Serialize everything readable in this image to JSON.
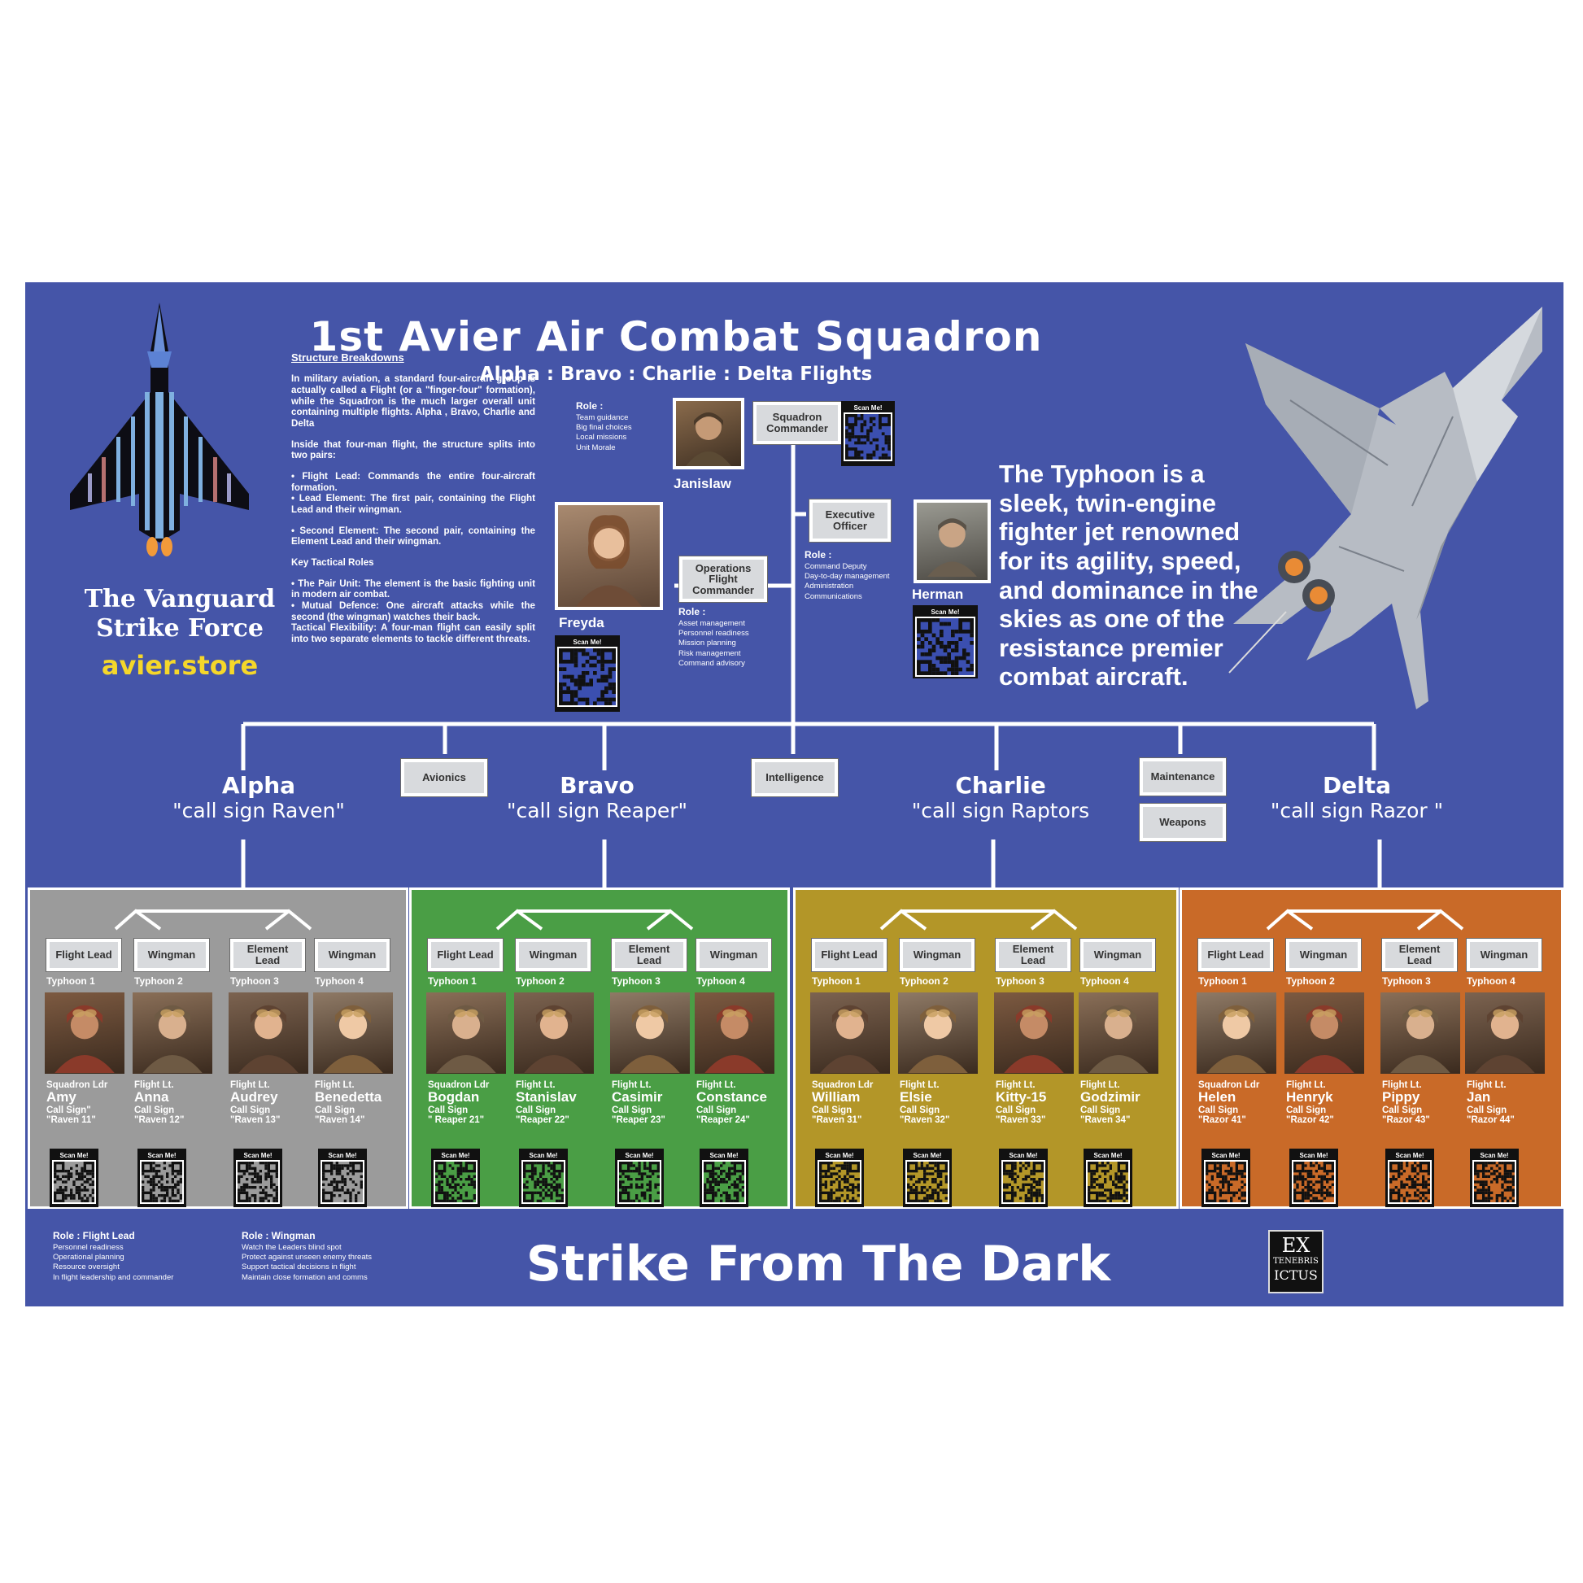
{
  "header": {
    "title": "1st Avier Air Combat Squadron",
    "subtitle": "Alpha : Bravo : Charlie : Delta Flights"
  },
  "brand": {
    "line1": "The Vanguard",
    "line2": "Strike Force",
    "url": "avier.store"
  },
  "structure": {
    "heading": "Structure Breakdowns",
    "para1": "In military aviation, a standard four-aircraft group is actually called a Flight (or a \"finger-four\" formation), while the Squadron is the much larger overall unit containing multiple flights. Alpha , Bravo, Charlie and Delta",
    "para2": "Inside that four-man flight, the structure splits into two pairs:",
    "bullet1": "•   Flight Lead: Commands the entire four-aircraft formation.",
    "bullet2": "•   Lead Element: The first pair, containing the Flight Lead and their wingman.",
    "bullet3": "•   Second Element: The second pair, containing the Element Lead and their wingman.",
    "key_heading": "Key Tactical Roles",
    "bullet4": "•   The Pair Unit: The element is the basic fighting unit in modern air combat.",
    "bullet5": "•   Mutual Defence: One aircraft attacks while the second (the wingman) watches their back.",
    "para3": "Tactical Flexibility: A four-man flight can easily split into two separate elements to tackle different threats."
  },
  "typhoon_blurb": "The Typhoon is a sleek, twin-engine fighter jet renowned for its agility, speed, and dominance in the skies as one of the resistance premier combat aircraft.",
  "qr_label": "Scan Me!",
  "command": {
    "commander": {
      "box": "Squadron Commander",
      "name": "Janislaw",
      "role_heading": "Role :",
      "roles": [
        "Team guidance",
        "Big final choices",
        "Local missions",
        "Unit Morale"
      ]
    },
    "ops": {
      "box": "Operations Flight Commander",
      "name": "Freyda",
      "role_heading": "Role :",
      "roles": [
        "Asset management",
        "Personnel readiness",
        "Mission planning",
        "Risk management",
        "Command advisory"
      ]
    },
    "exec": {
      "box": "Executive Officer",
      "name": "Herman",
      "role_heading": "Role :",
      "roles": [
        "Command Deputy",
        "Day-to-day management",
        "Administration",
        "Communications"
      ]
    }
  },
  "departments": {
    "avionics": "Avionics",
    "intelligence": "Intelligence",
    "maintenance": "Maintenance",
    "weapons": "Weapons"
  },
  "flights": [
    {
      "name": "Alpha",
      "callsign": "\"call sign Raven\"",
      "color": "#9b9b9b",
      "pilots": [
        {
          "slot": "Flight Lead",
          "aircraft": "Typhoon 1",
          "rank": "Squadron Ldr",
          "name": "Amy",
          "cs_label": "Call Sign\"",
          "cs": "\"Raven 11\""
        },
        {
          "slot": "Wingman",
          "aircraft": "Typhoon 2",
          "rank": "Flight Lt.",
          "name": "Anna",
          "cs_label": "Call Sign",
          "cs": "\"Raven 12\""
        },
        {
          "slot": "Element Lead",
          "aircraft": "Typhoon 3",
          "rank": "Flight Lt.",
          "name": "Audrey",
          "cs_label": "Call Sign",
          "cs": "\"Raven 13\""
        },
        {
          "slot": "Wingman",
          "aircraft": "Typhoon 4",
          "rank": "Flight Lt.",
          "name": "Benedetta",
          "cs_label": "Call Sign",
          "cs": "\"Raven 14\""
        }
      ]
    },
    {
      "name": "Bravo",
      "callsign": "\"call sign Reaper\"",
      "color": "#4a9e45",
      "pilots": [
        {
          "slot": "Flight Lead",
          "aircraft": "Typhoon 1",
          "rank": "Squadron Ldr",
          "name": "Bogdan",
          "cs_label": "Call Sign",
          "cs": "\" Reaper 21\""
        },
        {
          "slot": "Wingman",
          "aircraft": "Typhoon 2",
          "rank": "Flight Lt.",
          "name": "Stanislav",
          "cs_label": "Call Sign",
          "cs": "\"Reaper 22\""
        },
        {
          "slot": "Element Lead",
          "aircraft": "Typhoon 3",
          "rank": "Flight Lt.",
          "name": "Casimir",
          "cs_label": "Call Sign",
          "cs": "\"Reaper 23\""
        },
        {
          "slot": "Wingman",
          "aircraft": "Typhoon 4",
          "rank": "Flight Lt.",
          "name": "Constance",
          "cs_label": "Call Sign",
          "cs": "\"Reaper 24\""
        }
      ]
    },
    {
      "name": "Charlie",
      "callsign": "\"call sign Raptors",
      "color": "#b39628",
      "pilots": [
        {
          "slot": "Flight Lead",
          "aircraft": "Typhoon 1",
          "rank": "Squadron Ldr",
          "name": "William",
          "cs_label": "Call Sign",
          "cs": "\"Raven 31\""
        },
        {
          "slot": "Wingman",
          "aircraft": "Typhoon 2",
          "rank": "Flight Lt.",
          "name": "Elsie",
          "cs_label": "Call Sign",
          "cs": "\"Raven 32\""
        },
        {
          "slot": "Element Lead",
          "aircraft": "Typhoon 3",
          "rank": "Flight Lt.",
          "name": "Kitty-15",
          "cs_label": "Call Sign",
          "cs": "\"Raven 33\""
        },
        {
          "slot": "Wingman",
          "aircraft": "Typhoon 4",
          "rank": "Flight Lt.",
          "name": "Godzimir",
          "cs_label": "Call Sign",
          "cs": "\"Raven 34\""
        }
      ]
    },
    {
      "name": "Delta",
      "callsign": "\"call sign Razor \"",
      "color": "#c96a28",
      "pilots": [
        {
          "slot": "Flight Lead",
          "aircraft": "Typhoon 1",
          "rank": "Squadron Ldr",
          "name": "Helen",
          "cs_label": "Call Sign",
          "cs": "\"Razor 41\""
        },
        {
          "slot": "Wingman",
          "aircraft": "Typhoon 2",
          "rank": "Flight Lt.",
          "name": "Henryk",
          "cs_label": "Call Sign",
          "cs": "\"Razor 42\""
        },
        {
          "slot": "Element Lead",
          "aircraft": "Typhoon 3",
          "rank": "Flight Lt.",
          "name": "Pippy",
          "cs_label": "Call Sign",
          "cs": "\"Razor 43\""
        },
        {
          "slot": "Wingman",
          "aircraft": "Typhoon 4",
          "rank": "Flight Lt.",
          "name": "Jan",
          "cs_label": "Call Sign",
          "cs": "\"Razor 44\""
        }
      ]
    }
  ],
  "footer": {
    "lead_heading": "Role :  Flight Lead",
    "lead_roles": [
      "Personnel readiness",
      "Operational planning",
      "Resource oversight",
      "In flight leadership and commander"
    ],
    "wing_heading": "Role :  Wingman",
    "wing_roles": [
      "Watch the Leaders blind spot",
      "Protect against unseen enemy threats",
      "Support tactical decisions in flight",
      "Maintain close formation and comms"
    ],
    "motto": "Strike From The Dark",
    "seal": [
      "EX",
      "TENEBRIS",
      "ICTUS"
    ]
  }
}
